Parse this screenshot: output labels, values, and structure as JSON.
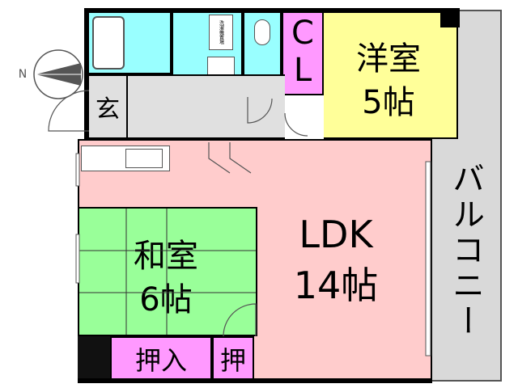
{
  "rooms": {
    "western": {
      "name": "洋室",
      "size": "5帖"
    },
    "ldk": {
      "name": "LDK",
      "size": "14帖"
    },
    "japanese": {
      "name": "和室",
      "size": "6帖"
    },
    "balcony": "バルコニー",
    "entrance": "玄",
    "closet_c": "C",
    "closet_l": "L",
    "oshiire": "押入",
    "oshi": "押",
    "washroom_tag": "洗濯機置場"
  },
  "compass": {
    "north": "N"
  },
  "colors": {
    "western": "#ffff99",
    "ldk": "#ffcccc",
    "japanese": "#99ff99",
    "water": "#99ffff",
    "closet": "#ff99ff",
    "balcony": "#d9d9d9",
    "corridor": "#e0e0e0"
  }
}
